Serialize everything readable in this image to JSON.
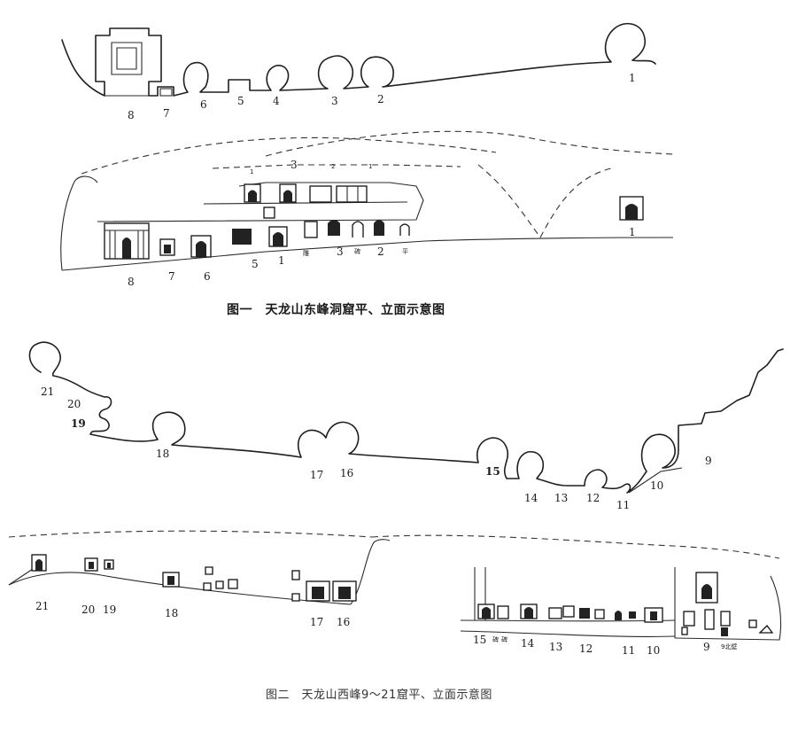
{
  "figure1": {
    "caption": "图一　天龙山东峰洞窟平、立面示意图",
    "plan_labels": [
      "8",
      "7",
      "6",
      "5",
      "4",
      "3",
      "2",
      "1"
    ],
    "elevation_labels": [
      "8",
      "7",
      "6",
      "5",
      "1",
      "3",
      "2",
      "1"
    ],
    "elevation_upper_labels": [
      "1",
      "3",
      "2",
      "1"
    ],
    "small_labels": [
      "雕",
      "碑",
      "平"
    ]
  },
  "figure2": {
    "caption": "图二　天龙山西峰9～21窟平、立面示意图",
    "plan_labels": [
      "21",
      "20",
      "19",
      "18",
      "17",
      "16",
      "15",
      "14",
      "13",
      "12",
      "11",
      "10",
      "9"
    ],
    "elevation_labels": [
      "21",
      "20",
      "19",
      "18",
      "17",
      "16",
      "15",
      "14",
      "13",
      "12",
      "11",
      "10",
      "9"
    ],
    "small_labels": [
      "碑",
      "碑",
      "9北壁"
    ]
  }
}
